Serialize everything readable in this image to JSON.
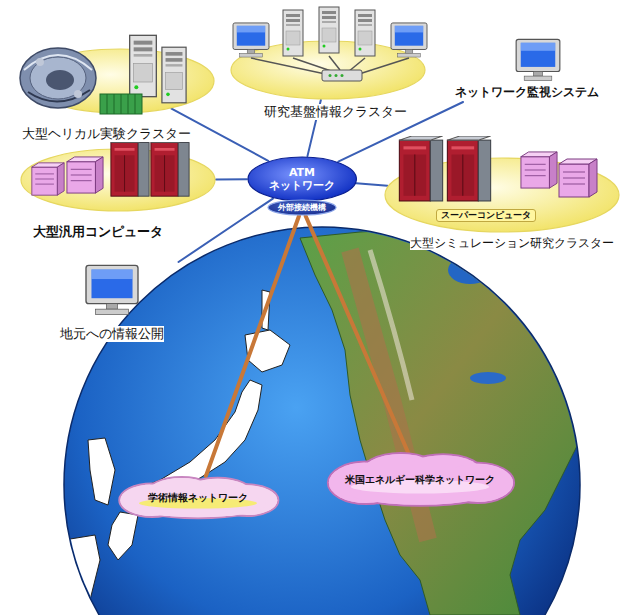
{
  "diagram": {
    "nodes": [
      {
        "text": [
          "大型ヘリカル実験クラスター"
        ]
      },
      {
        "text": [
          "研究基盤情報クラスター"
        ]
      },
      {
        "text": [
          "ネットワーク監視システム"
        ]
      },
      {
        "text": [
          "ATM ネットワーク"
        ]
      },
      {
        "text": [
          "外部接続機構"
        ]
      },
      {
        "text": [
          "大型汎用コンピュータ"
        ]
      },
      {
        "text": [
          "スーパーコンピュータ",
          "大型シミュレーション研究クラスター"
        ]
      },
      {
        "text": [
          "地元への情報公開"
        ]
      },
      {
        "text": [
          "学術情報ネットワーク"
        ]
      },
      {
        "text": [
          "米国エネルギー科学ネットワーク"
        ]
      }
    ],
    "edges": [
      {
        "from": 3,
        "to": 0,
        "arrow": "none"
      },
      {
        "from": 3,
        "to": 1,
        "arrow": "none"
      },
      {
        "from": 3,
        "to": 2,
        "arrow": "none"
      },
      {
        "from": 3,
        "to": 5,
        "arrow": "none"
      },
      {
        "from": 3,
        "to": 6,
        "arrow": "none"
      },
      {
        "from": 3,
        "to": 7,
        "arrow": "none"
      },
      {
        "from": 4,
        "to": 8,
        "arrow": "none"
      },
      {
        "from": 4,
        "to": 9,
        "arrow": "none"
      }
    ]
  }
}
